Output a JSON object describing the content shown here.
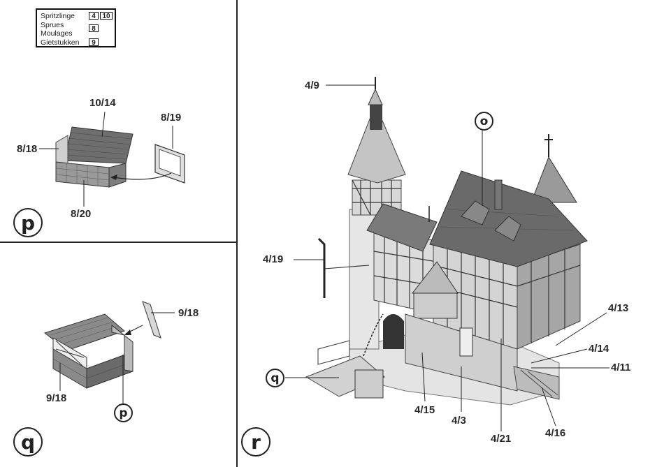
{
  "legend": {
    "rows": [
      {
        "text": "Spritzlinge",
        "nums": [
          "4",
          "10"
        ]
      },
      {
        "text": "Sprues",
        "nums": [
          "8"
        ]
      },
      {
        "text": "Moulages",
        "nums": []
      },
      {
        "text": "Gietstukken",
        "nums": [
          "9"
        ]
      }
    ]
  },
  "panel_p": {
    "step": "p",
    "labels": {
      "roof": "10/14",
      "side_wall": "8/18",
      "front_wall": "8/20",
      "part": "8/19"
    }
  },
  "panel_q": {
    "step": "q",
    "ref": "p",
    "labels": {
      "part": "9/18",
      "wall": "9/18"
    }
  },
  "panel_r": {
    "step": "r",
    "ref_o": "o",
    "ref_q": "q",
    "labels": {
      "spire": "4/9",
      "pole": "4/19",
      "l13": "4/13",
      "l14": "4/14",
      "l11": "4/11",
      "l15": "4/15",
      "l3": "4/3",
      "l21": "4/21",
      "l16": "4/16"
    }
  }
}
